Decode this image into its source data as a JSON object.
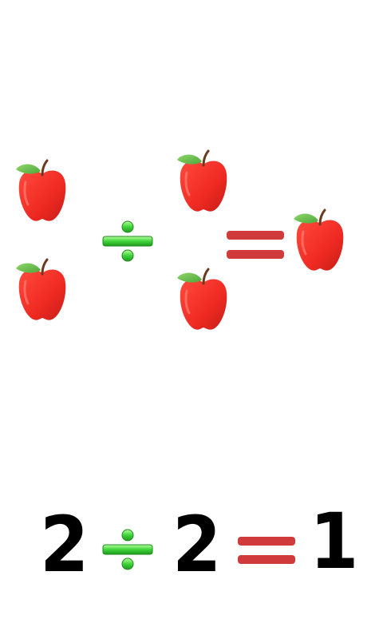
{
  "picture_equation": {
    "left_apple_count": 2,
    "divisor_apple_count": 2,
    "result_apple_count": 1
  },
  "number_equation": {
    "dividend": "2",
    "divisor": "2",
    "result": "1"
  },
  "colors": {
    "apple_red": "#ef2a22",
    "leaf_green": "#6cc04a",
    "divide_green": "#3fd43a",
    "equals_red": "#d03a3a",
    "digit_black": "#000000"
  },
  "icons": {
    "apple": "apple-icon",
    "divide": "divide-icon",
    "equals": "equals-icon"
  }
}
